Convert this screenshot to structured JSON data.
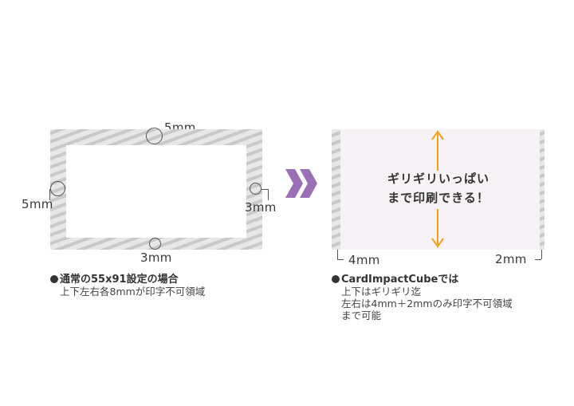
{
  "left": {
    "top_label": "5mm",
    "left_label": "5mm",
    "right_label": "3mm",
    "bottom_label": "3mm",
    "caption_title": "通常の55x91設定の場合",
    "caption_lines": [
      "上下左右各8mmが印字不可領域"
    ]
  },
  "right": {
    "center_lines": [
      "ギリギリいっぱい",
      "まで印刷できる！"
    ],
    "left_label": "4mm",
    "right_label": "2mm",
    "caption_title": "CardImpactCubeでは",
    "caption_lines": [
      "上下はギリギリ迄",
      "左右は4mm＋2mmのみ印字不可領域",
      "まで可能"
    ]
  },
  "colors": {
    "arrow_purple": "#9b6fb5",
    "arrow_orange": "#f0a21c",
    "print_area": "#f6f2f6",
    "stripe_light": "#e7e7e7",
    "stripe_dark": "#c9c9c9"
  },
  "icons": {
    "chevron": "double-chevron-right-icon",
    "vertical_arrow": "double-headed-arrow-icon"
  }
}
